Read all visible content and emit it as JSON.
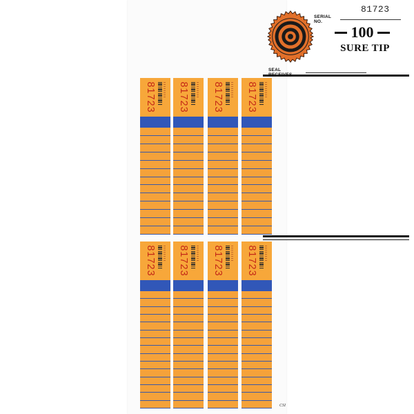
{
  "card": {
    "serial_label": "SERIAL NO.",
    "serial_number": "81723",
    "count": "100",
    "game_name": "SURE TIP",
    "seal_receives_label": "SEAL RECEIVES",
    "maker_mark": "CSI"
  },
  "seal_icon": "target-seal-icon",
  "strips": [
    {
      "panel": "top",
      "serial": "81723"
    },
    {
      "panel": "top",
      "serial": "81723"
    },
    {
      "panel": "top",
      "serial": "81723"
    },
    {
      "panel": "top",
      "serial": "81723"
    },
    {
      "panel": "bottom",
      "serial": "81723"
    },
    {
      "panel": "bottom",
      "serial": "81723"
    },
    {
      "panel": "bottom",
      "serial": "81723"
    },
    {
      "panel": "bottom",
      "serial": "81723"
    }
  ],
  "colors": {
    "tab_orange": "#f5a23a",
    "band_blue": "#3157b8",
    "serial_red": "#c42817",
    "seal_orange": "#e2702a",
    "seal_dark": "#1a1a1a"
  }
}
